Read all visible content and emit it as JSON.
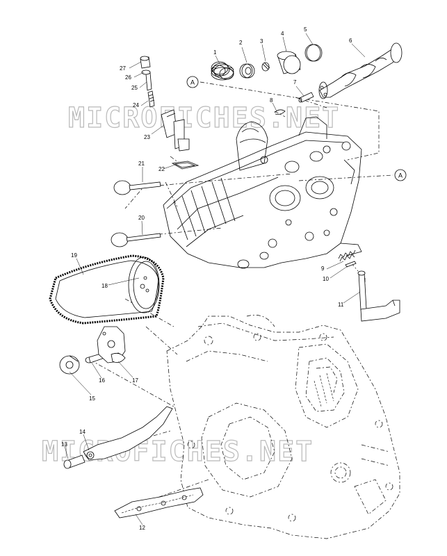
{
  "watermark": {
    "text": "MICROFICHES.NET"
  },
  "reference_mark": "A",
  "callouts": [
    {
      "id": "1",
      "label": "1"
    },
    {
      "id": "2",
      "label": "2"
    },
    {
      "id": "3",
      "label": "3"
    },
    {
      "id": "4",
      "label": "4"
    },
    {
      "id": "5",
      "label": "5"
    },
    {
      "id": "6",
      "label": "6"
    },
    {
      "id": "7",
      "label": "7"
    },
    {
      "id": "8",
      "label": "8"
    },
    {
      "id": "9",
      "label": "9"
    },
    {
      "id": "10",
      "label": "10"
    },
    {
      "id": "11",
      "label": "11"
    },
    {
      "id": "12",
      "label": "12"
    },
    {
      "id": "13",
      "label": "13"
    },
    {
      "id": "14",
      "label": "14"
    },
    {
      "id": "15",
      "label": "15"
    },
    {
      "id": "16",
      "label": "16"
    },
    {
      "id": "17",
      "label": "17"
    },
    {
      "id": "18",
      "label": "18"
    },
    {
      "id": "19",
      "label": "19"
    },
    {
      "id": "20",
      "label": "20"
    },
    {
      "id": "21",
      "label": "21"
    },
    {
      "id": "22",
      "label": "22"
    },
    {
      "id": "23",
      "label": "23"
    },
    {
      "id": "24",
      "label": "24"
    },
    {
      "id": "25",
      "label": "25"
    },
    {
      "id": "26",
      "label": "26"
    },
    {
      "id": "27",
      "label": "27"
    }
  ]
}
